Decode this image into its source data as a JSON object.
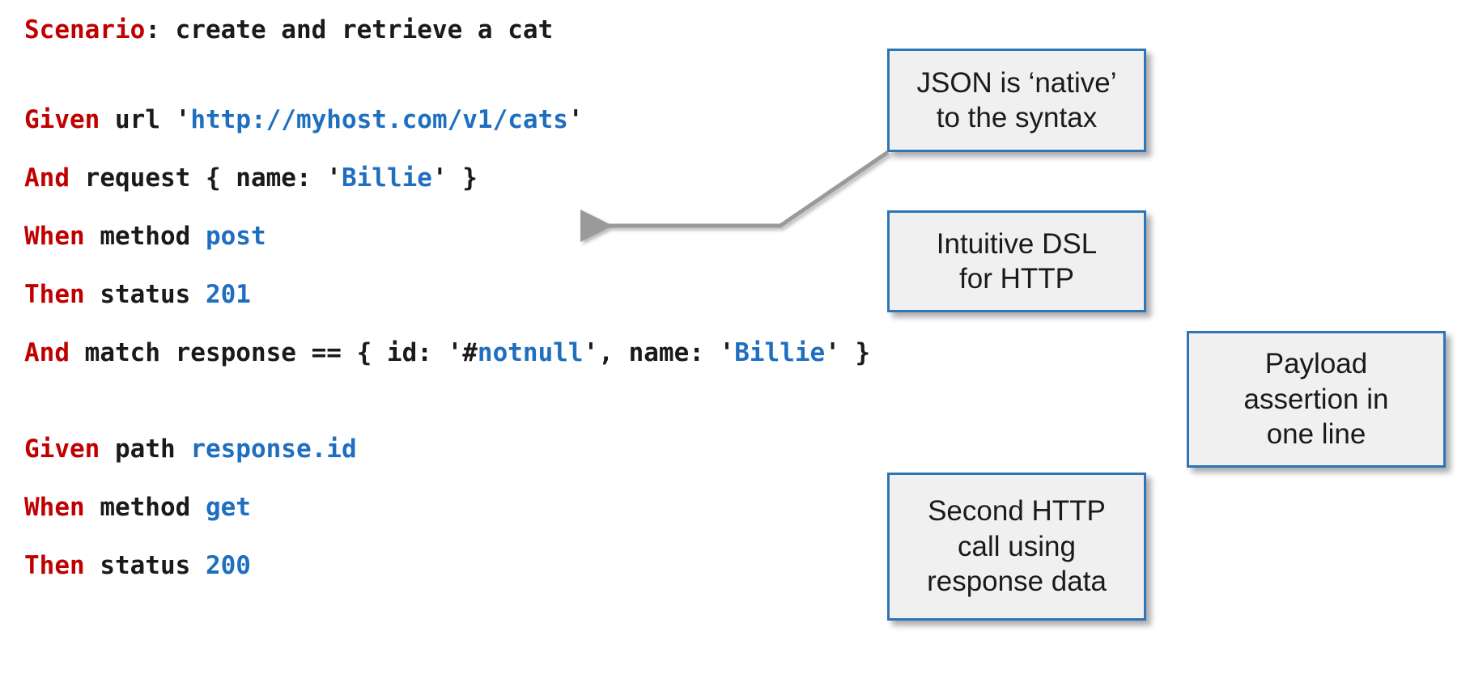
{
  "code": {
    "lines": [
      {
        "id": "scenario",
        "spacing": "none",
        "tokens": [
          {
            "text": "Scenario",
            "style": "kw"
          },
          {
            "text": ": create and retrieve a cat",
            "style": "pun"
          }
        ]
      },
      {
        "id": "given-url",
        "spacing": "gap-lg",
        "tokens": [
          {
            "text": "Given",
            "style": "kw"
          },
          {
            "text": " url ",
            "style": "pun"
          },
          {
            "text": "'",
            "style": "pun"
          },
          {
            "text": "http://myhost.com/v1/cats",
            "style": "val"
          },
          {
            "text": "'",
            "style": "pun"
          }
        ]
      },
      {
        "id": "and-request",
        "spacing": "gap-md",
        "tokens": [
          {
            "text": "And",
            "style": "kw"
          },
          {
            "text": " request { name: ",
            "style": "pun"
          },
          {
            "text": "'",
            "style": "pun"
          },
          {
            "text": "Billie",
            "style": "val"
          },
          {
            "text": "'",
            "style": "pun"
          },
          {
            "text": " }",
            "style": "pun"
          }
        ]
      },
      {
        "id": "when-method-post",
        "spacing": "gap-md",
        "tokens": [
          {
            "text": "When",
            "style": "kw"
          },
          {
            "text": " method ",
            "style": "pun"
          },
          {
            "text": "post",
            "style": "val"
          }
        ]
      },
      {
        "id": "then-status-201",
        "spacing": "gap-md",
        "tokens": [
          {
            "text": "Then",
            "style": "kw"
          },
          {
            "text": " status ",
            "style": "pun"
          },
          {
            "text": "201",
            "style": "val"
          }
        ]
      },
      {
        "id": "and-match-response",
        "spacing": "gap-md",
        "tokens": [
          {
            "text": "And",
            "style": "kw"
          },
          {
            "text": " match response == { id: ",
            "style": "pun"
          },
          {
            "text": "'#",
            "style": "pun"
          },
          {
            "text": "notnull",
            "style": "val"
          },
          {
            "text": "'",
            "style": "pun"
          },
          {
            "text": ", name: ",
            "style": "pun"
          },
          {
            "text": "'",
            "style": "pun"
          },
          {
            "text": "Billie",
            "style": "val"
          },
          {
            "text": "'",
            "style": "pun"
          },
          {
            "text": " }",
            "style": "pun"
          }
        ]
      },
      {
        "id": "given-path",
        "spacing": "gap-xl",
        "tokens": [
          {
            "text": "Given",
            "style": "kw"
          },
          {
            "text": " path ",
            "style": "pun"
          },
          {
            "text": "response.id",
            "style": "val"
          }
        ]
      },
      {
        "id": "when-method-get",
        "spacing": "gap-md",
        "tokens": [
          {
            "text": "When",
            "style": "kw"
          },
          {
            "text": " method ",
            "style": "pun"
          },
          {
            "text": "get",
            "style": "val"
          }
        ]
      },
      {
        "id": "then-status-200",
        "spacing": "gap-md",
        "tokens": [
          {
            "text": "Then",
            "style": "kw"
          },
          {
            "text": " status ",
            "style": "pun"
          },
          {
            "text": "200",
            "style": "val"
          }
        ]
      }
    ]
  },
  "callouts": {
    "json_native": "JSON is ‘native’\nto the syntax",
    "intuitive_dsl": "Intuitive DSL\nfor HTTP",
    "payload_assertion": "Payload\nassertion in\none line",
    "second_http": "Second HTTP\ncall using\nresponse data"
  },
  "colors": {
    "keyword": "#C00000",
    "value": "#1F6FC0",
    "text": "#1A1A1A",
    "callout_border": "#2E75B6",
    "callout_fill": "#F0F0F0",
    "arrow": "#9A9A9A",
    "background": "#FFFFFF"
  },
  "icons": {
    "connector_json": "elbow-arrow-left",
    "connector_dsl": "arrow-left",
    "connector_payload": "arrow-left",
    "connector_second": "arrow-left"
  }
}
